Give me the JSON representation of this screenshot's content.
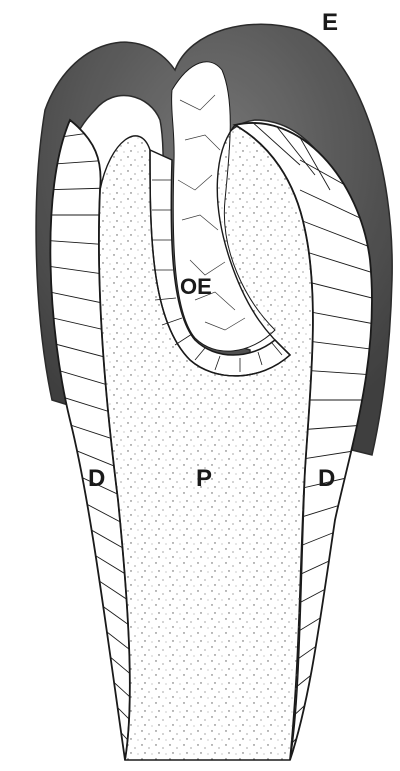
{
  "figure": {
    "labels": {
      "enamel": "E",
      "odontoblast": "OE",
      "dentin_left": "D",
      "pulp": "P",
      "dentin_right": "D"
    },
    "colors": {
      "ink": "#1a1a1a",
      "enamel": "#4a4a4a",
      "paper": "#ffffff"
    }
  }
}
